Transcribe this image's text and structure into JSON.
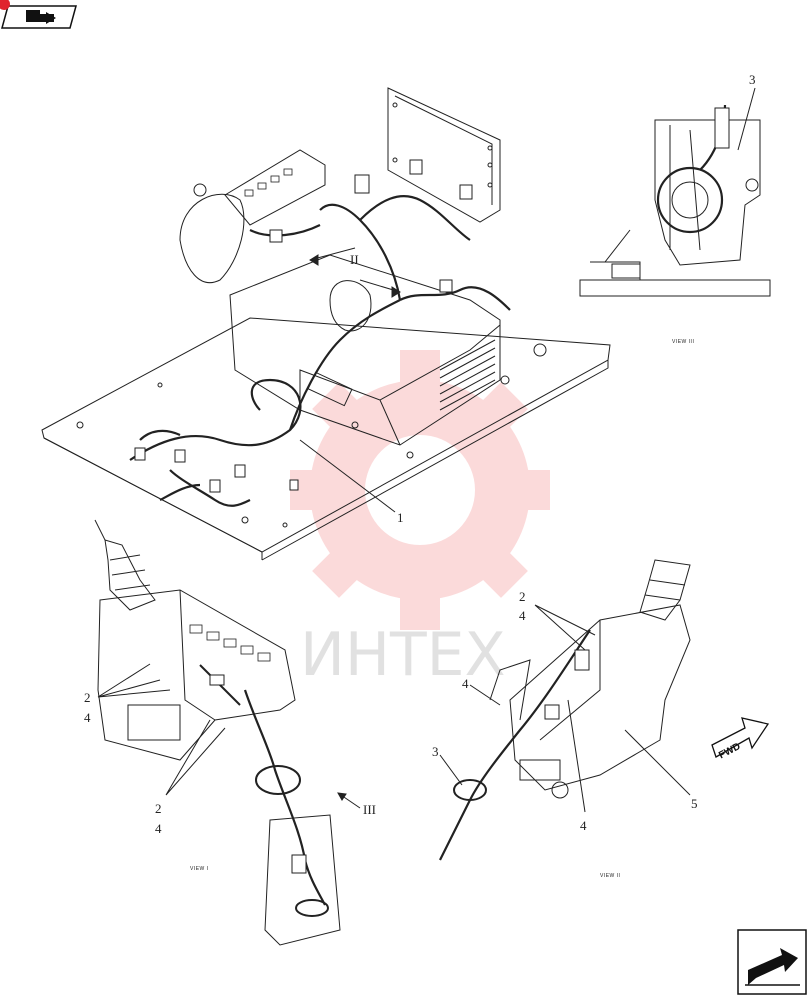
{
  "watermark": {
    "text": "ИНТЕХ",
    "color": "#f05a5a"
  },
  "nav": {
    "top_icon": "book-arrow-icon",
    "bottom_icon": "next-page-arrow-icon"
  },
  "main_view": {
    "callouts": {
      "c1": "1",
      "c2": "II"
    }
  },
  "view_i": {
    "label": "VIEW I",
    "callouts": {
      "c2a": "2",
      "c4a": "4",
      "c2b": "2",
      "c4b": "4",
      "c3": "III"
    }
  },
  "view_ii": {
    "label": "VIEW II",
    "callouts": {
      "c2": "2",
      "c4": "4",
      "c4b": "4",
      "c3": "3",
      "c4c": "4",
      "c5": "5"
    },
    "fwd": "FWD"
  },
  "view_iii": {
    "label": "VIEW III",
    "callouts": {
      "c3": "3"
    }
  }
}
